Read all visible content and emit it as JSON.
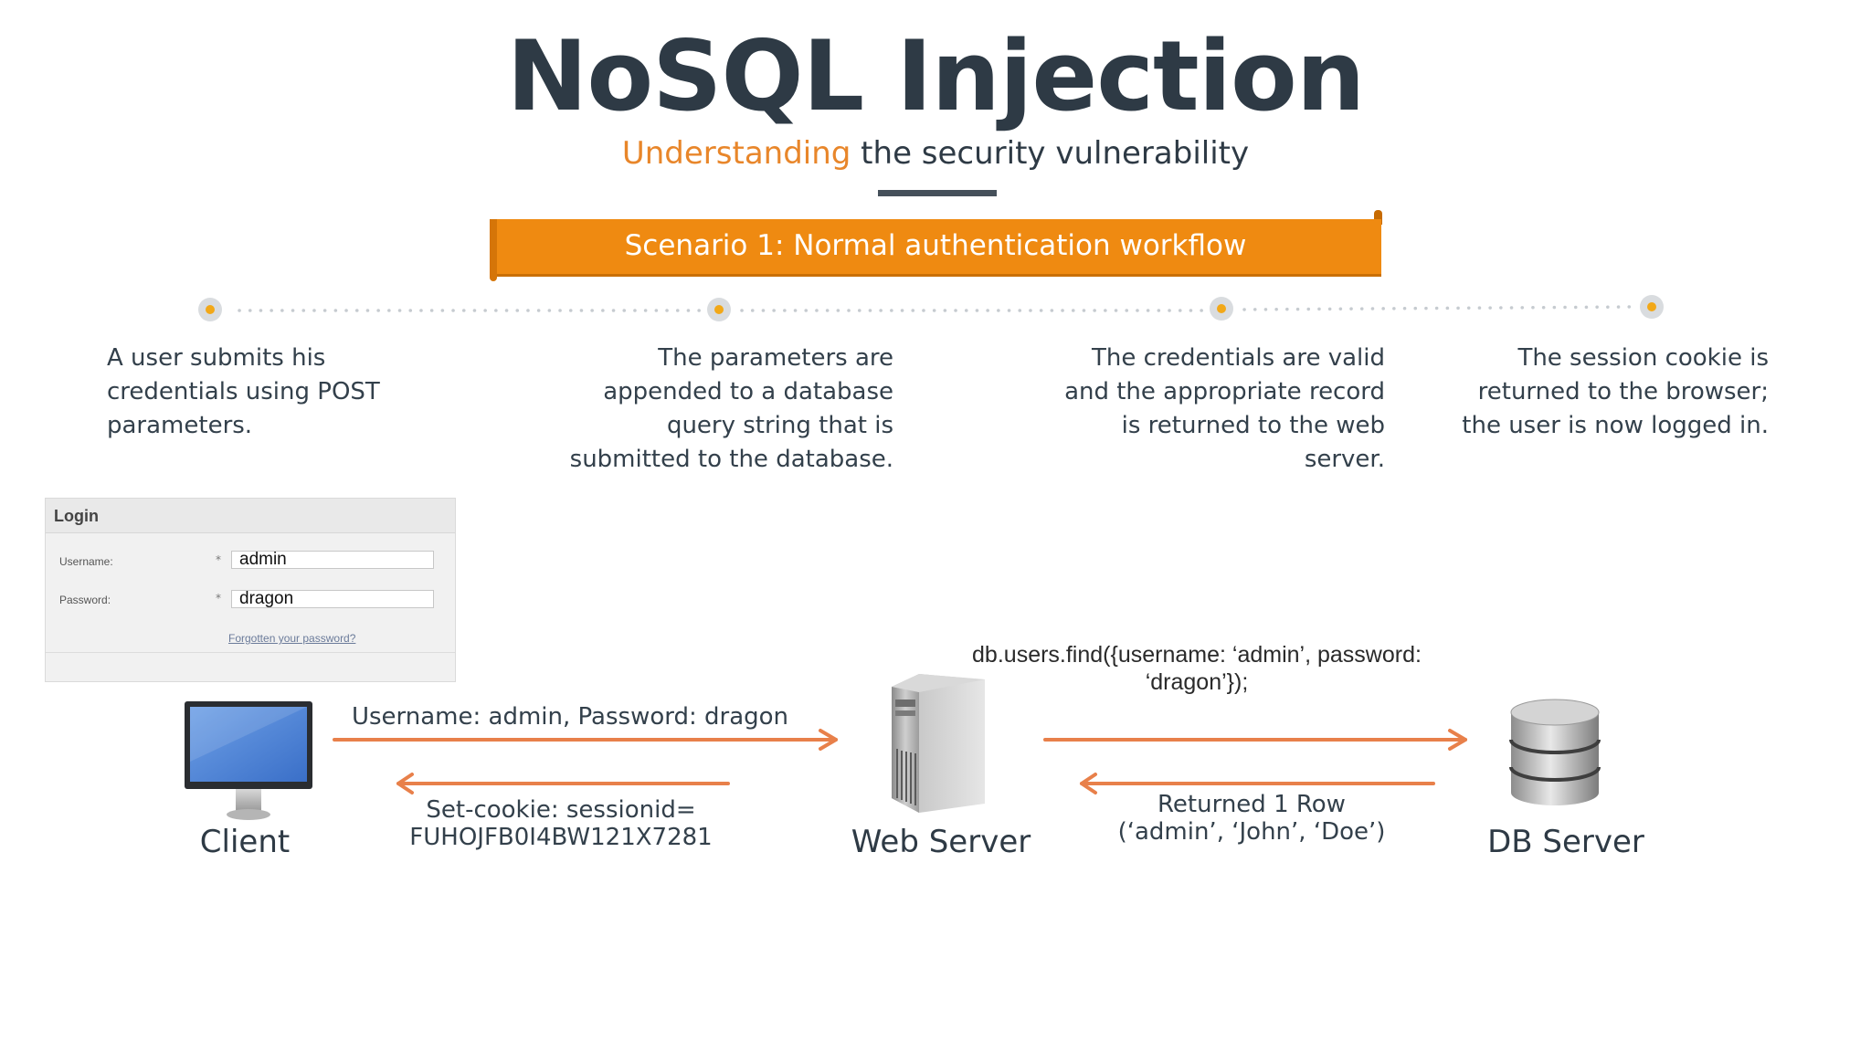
{
  "title": "NoSQL Injection",
  "subtitle": {
    "accent": "Understanding",
    "rest": " the security vulnerability"
  },
  "banner": "Scenario 1: Normal authentication workflow",
  "steps": [
    "A user submits his credentials using POST parameters.",
    "The parameters are appended to a database query string that is submitted to the database.",
    "The credentials are valid and the appropriate record is returned to the web server.",
    "The session cookie is returned to the browser; the user is now logged in."
  ],
  "login": {
    "heading": "Login",
    "username_label": "Username:",
    "username_value": "admin",
    "password_label": "Password:",
    "password_value": "dragon",
    "required_mark": "*",
    "forgot_link": "Forgotten your password?"
  },
  "nodes": {
    "client": "Client",
    "web_server": "Web Server",
    "db_server": "DB Server"
  },
  "arrows": {
    "request": "Username: admin, Password: dragon",
    "response_line1": "Set-cookie: sessionid=",
    "response_line2": "FUHOJFB0I4BW121X7281",
    "query_line1": "db.users.find({username: ‘admin’, password:",
    "query_line2": "‘dragon’});",
    "result_line1": "Returned 1 Row",
    "result_line2": "(‘admin’, ‘John’, ‘Doe’)"
  },
  "colors": {
    "accent": "#ef8a11",
    "arrow": "#e8804a",
    "dark": "#2e3a45"
  },
  "icons": [
    "monitor-icon",
    "server-tower-icon",
    "database-icon"
  ]
}
